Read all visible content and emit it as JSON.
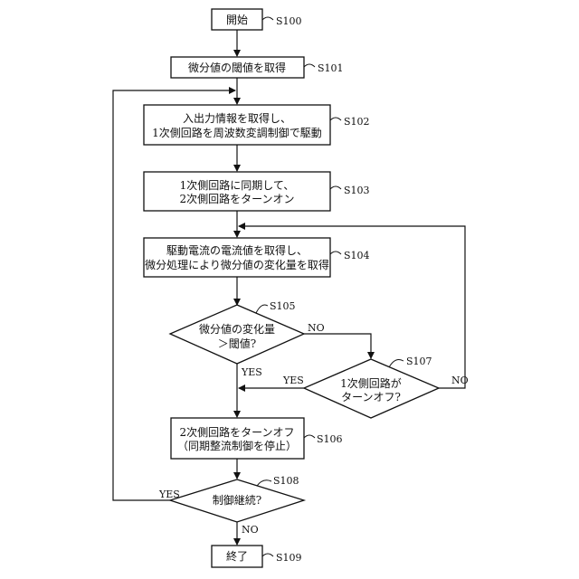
{
  "nodes": {
    "start": {
      "line1": "開始",
      "step": "S100"
    },
    "s101": {
      "line1": "微分値の閾値を取得",
      "step": "S101"
    },
    "s102": {
      "line1": "入出力情報を取得し、",
      "line2": "1次側回路を周波数変調制御で駆動",
      "step": "S102"
    },
    "s103": {
      "line1": "1次側回路に同期して、",
      "line2": "2次側回路をターンオン",
      "step": "S103"
    },
    "s104": {
      "line1": "駆動電流の電流値を取得し、",
      "line2": "微分処理により微分値の変化量を取得",
      "step": "S104"
    },
    "s105": {
      "line1": "微分値の変化量",
      "line2": "＞閾値?",
      "step": "S105"
    },
    "s107": {
      "line1": "1次側回路が",
      "line2": "ターンオフ?",
      "step": "S107"
    },
    "s106": {
      "line1": "2次側回路をターンオフ",
      "line2": "（同期整流制御を停止）",
      "step": "S106"
    },
    "s108": {
      "line1": "制御継続?",
      "step": "S108"
    },
    "end": {
      "line1": "終了",
      "step": "S109"
    }
  },
  "edge_labels": {
    "s105_no": "NO",
    "s105_yes": "YES",
    "s107_yes": "YES",
    "s107_no": "NO",
    "s108_yes": "YES",
    "s108_no": "NO"
  }
}
